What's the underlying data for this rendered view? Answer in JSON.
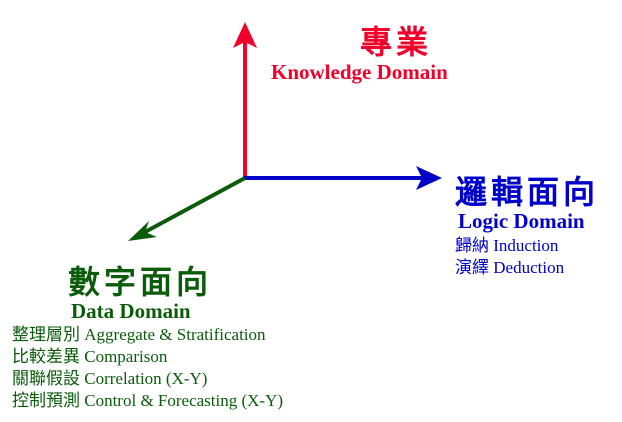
{
  "colors": {
    "knowledge": "#f0002a",
    "logic": "#0000c8",
    "data": "#0a5c0a"
  },
  "knowledge": {
    "title_zh": "專業",
    "title_en": "Knowledge Domain"
  },
  "logic": {
    "title_zh": "邏輯面向",
    "title_en": "Logic Domain",
    "items": [
      "歸納 Induction",
      "演繹 Deduction"
    ]
  },
  "data_domain": {
    "title_zh": "數字面向",
    "title_en": "Data Domain",
    "items": [
      "整理層別 Aggregate & Stratification",
      "比較差異 Comparison",
      "關聯假設 Correlation (X-Y)",
      "控制預測 Control & Forecasting (X-Y)"
    ]
  }
}
